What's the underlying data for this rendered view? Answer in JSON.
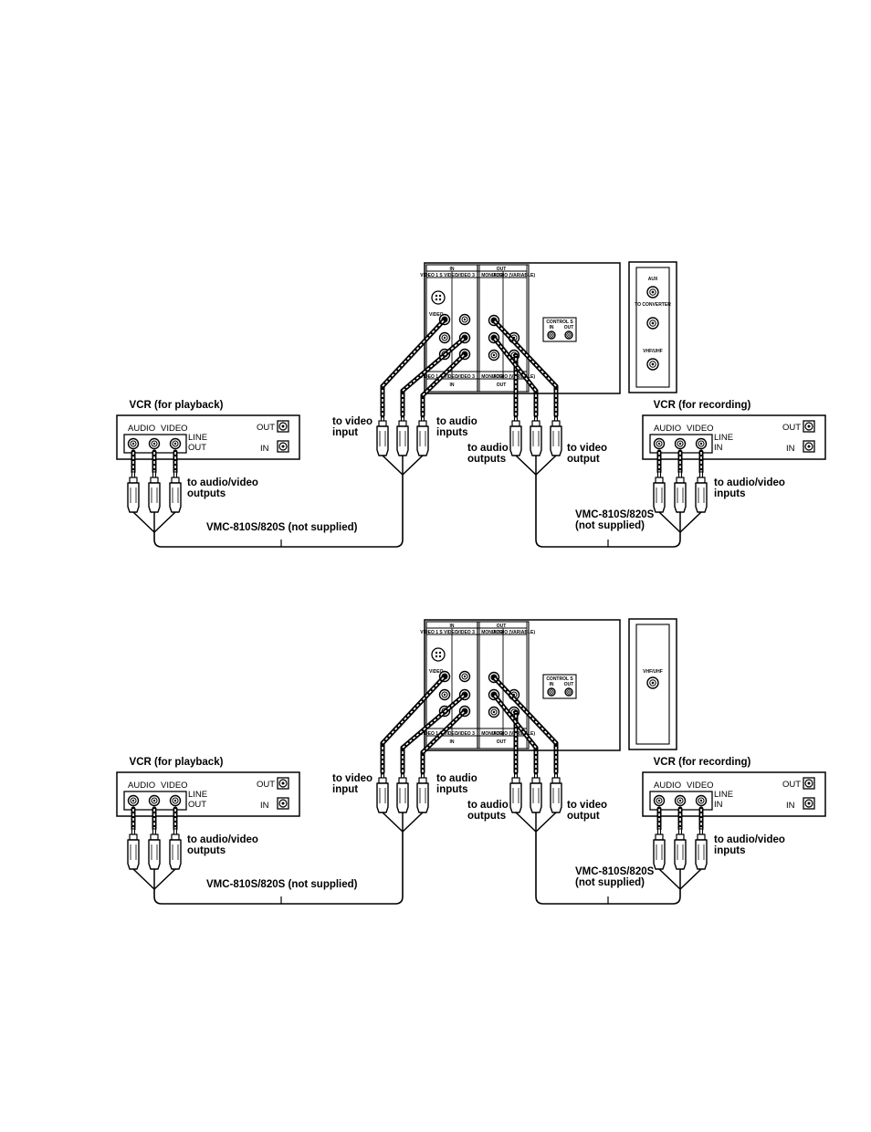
{
  "tv_panel": {
    "in_header": "IN",
    "out_header": "OUT",
    "video1_svideo": "VIDEO 1 S VIDEO",
    "video3": "VIDEO 3",
    "monitor": "MONITOR",
    "audio_variable": "AUDIO (VARIABLE)",
    "video_jack_label": "VIDEO",
    "control_s": "CONTROL S",
    "control_s_in": "IN",
    "control_s_out": "OUT"
  },
  "diagrams": [
    {
      "antenna_panel": {
        "aux": "AUX",
        "to_converter": "TO CONVERTER",
        "vhf_uhf": "VHF/UHF"
      },
      "playback_vcr": {
        "title": "VCR (for playback)",
        "audio": "AUDIO",
        "video": "VIDEO",
        "line": "LINE",
        "line_dir": "OUT",
        "out": "OUT",
        "in": "IN",
        "plug_label": "to audio/video outputs",
        "cable_label": "VMC-810S/820S (not supplied)"
      },
      "recording_vcr": {
        "title": "VCR (for recording)",
        "audio": "AUDIO",
        "video": "VIDEO",
        "line": "LINE",
        "line_dir": "IN",
        "out": "OUT",
        "in": "IN",
        "plug_label": "to audio/video inputs",
        "cable_label_1": "VMC-810S/820S",
        "cable_label_2": "(not supplied)"
      },
      "tv_side": {
        "to_video_input": "to video input",
        "to_audio_inputs": "to audio inputs",
        "to_audio_outputs": "to audio outputs",
        "to_video_output": "to video output"
      }
    },
    {
      "antenna_panel": {
        "vhf_uhf": "VHF/UHF"
      },
      "playback_vcr": {
        "title": "VCR (for playback)",
        "audio": "AUDIO",
        "video": "VIDEO",
        "line": "LINE",
        "line_dir": "OUT",
        "out": "OUT",
        "in": "IN",
        "plug_label": "to audio/video outputs",
        "cable_label": "VMC-810S/820S (not supplied)"
      },
      "recording_vcr": {
        "title": "VCR (for recording)",
        "audio": "AUDIO",
        "video": "VIDEO",
        "line": "LINE",
        "line_dir": "IN",
        "out": "OUT",
        "in": "IN",
        "plug_label": "to audio/video inputs",
        "cable_label_1": "VMC-810S/820S",
        "cable_label_2": "(not supplied)"
      },
      "tv_side": {
        "to_video_input": "to video input",
        "to_audio_inputs": "to audio inputs",
        "to_audio_outputs": "to audio outputs",
        "to_video_output": "to video output"
      }
    }
  ]
}
